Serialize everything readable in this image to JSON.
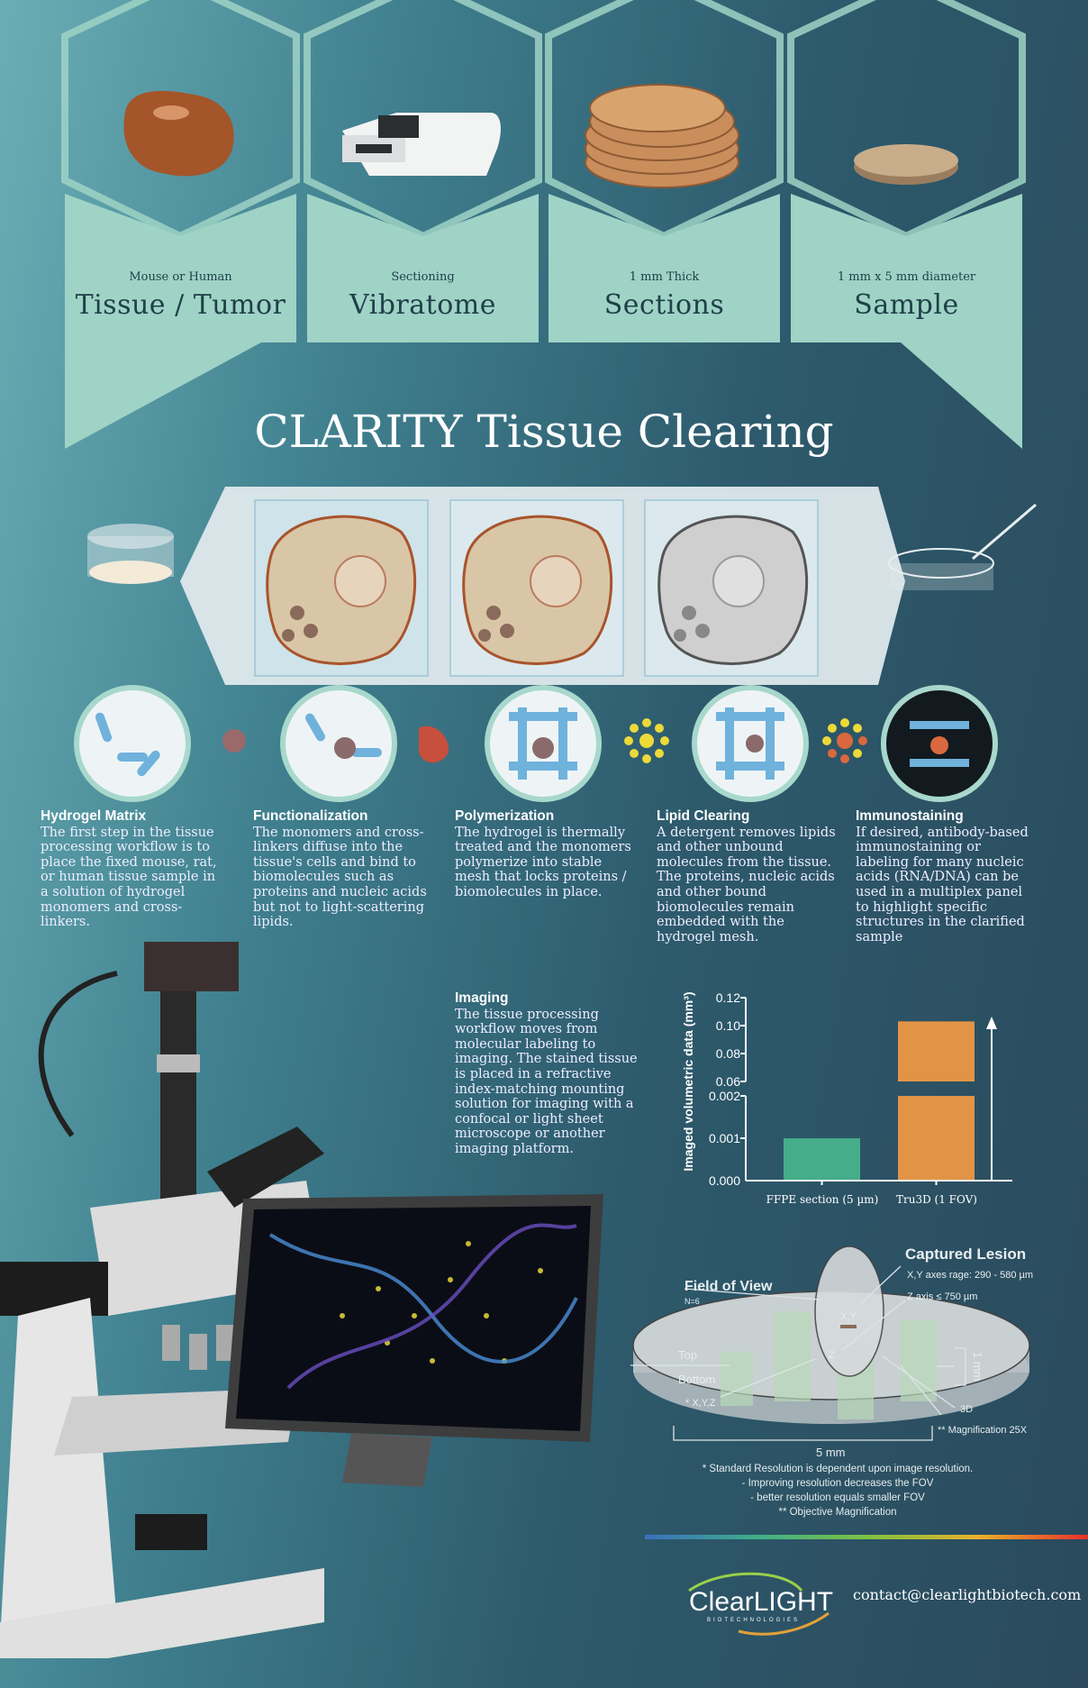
{
  "top_steps": [
    {
      "subtitle": "Mouse or Human",
      "title": "Tissue / Tumor",
      "icon": "tissue-icon"
    },
    {
      "subtitle": "Sectioning",
      "title": "Vibratome",
      "icon": "vibratome-icon"
    },
    {
      "subtitle": "1 mm Thick",
      "title": "Sections",
      "icon": "sections-icon"
    },
    {
      "subtitle": "1 mm x 5 mm diameter",
      "title": "Sample",
      "icon": "sample-disk-icon"
    }
  ],
  "main_title": "CLARITY Tissue Clearing",
  "process_steps": [
    {
      "title": "Hydrogel Matrix",
      "text": "The first step in the tissue processing workflow is to place the fixed mouse, rat, or human tissue sample in a solution of hydrogel monomers and cross-linkers."
    },
    {
      "title": "Functionalization",
      "text": "The monomers and cross-linkers diffuse into the tissue's cells and bind to biomolecules such as proteins and nucleic acids but not to light-scattering lipids."
    },
    {
      "title": "Polymerization",
      "text": "The hydrogel is thermally treated and the monomers polymerize into stable mesh that locks proteins / biomolecules in place."
    },
    {
      "title": "Lipid Clearing",
      "text": "A detergent removes lipids and other unbound molecules from the tissue. The proteins, nucleic acids and other bound biomolecules remain embedded with the hydrogel mesh."
    },
    {
      "title": "Immunostaining",
      "text": "If desired, antibody-based immunostaining or labeling for many nucleic acids (RNA/DNA) can be used in a multiplex panel to highlight specific structures in the clarified sample"
    }
  ],
  "imaging": {
    "title": "Imaging",
    "text": "The tissue processing workflow moves from molecular labeling to imaging. The stained tissue is placed in a refractive index-matching mounting solution for imaging with a confocal or light sheet microscope or another imaging platform."
  },
  "chart_data": {
    "type": "bar",
    "categories": [
      "FFPE section (5 µm)",
      "Tru3D (1 FOV)"
    ],
    "values": [
      0.001,
      0.103
    ],
    "ylabel": "Imaged volumetric data (mm³)",
    "xlabel": "",
    "broken_axis": true,
    "lower_ticks": [
      "0.000",
      "0.001",
      "0.002"
    ],
    "upper_ticks": [
      "0.06",
      "0.08",
      "0.10",
      "0.12"
    ],
    "ylim_lower": [
      0,
      0.002
    ],
    "ylim_upper": [
      0.06,
      0.12
    ],
    "colors": [
      "#45ad8a",
      "#e29446"
    ]
  },
  "fov": {
    "captured_lesion": "Captured Lesion",
    "xy_range": "X,Y axes rage: 290 - 580 µm",
    "z_axis": "Z axis ≤ 750 µm",
    "field_of_view": "Field of View",
    "n": "N=6",
    "xy": "X,Y",
    "z": "Z",
    "top": "Top",
    "bottom": "Bottom",
    "xyz": "* X,Y,Z",
    "one_mm": "1 mm",
    "three_d": "3D",
    "magnification": "** Magnification 25X",
    "five_mm": "5 mm"
  },
  "notes": [
    "* Standard Resolution is dependent upon image resolution.",
    "- Improving resolution decreases the FOV",
    "- better resolution equals smaller FOV",
    "** Objective Magnification"
  ],
  "footer": {
    "logo": "ClearLIGHT",
    "logo_sub": "BIOTECHNOLOGIES",
    "email": "contact@clearlightbiotech.com"
  }
}
